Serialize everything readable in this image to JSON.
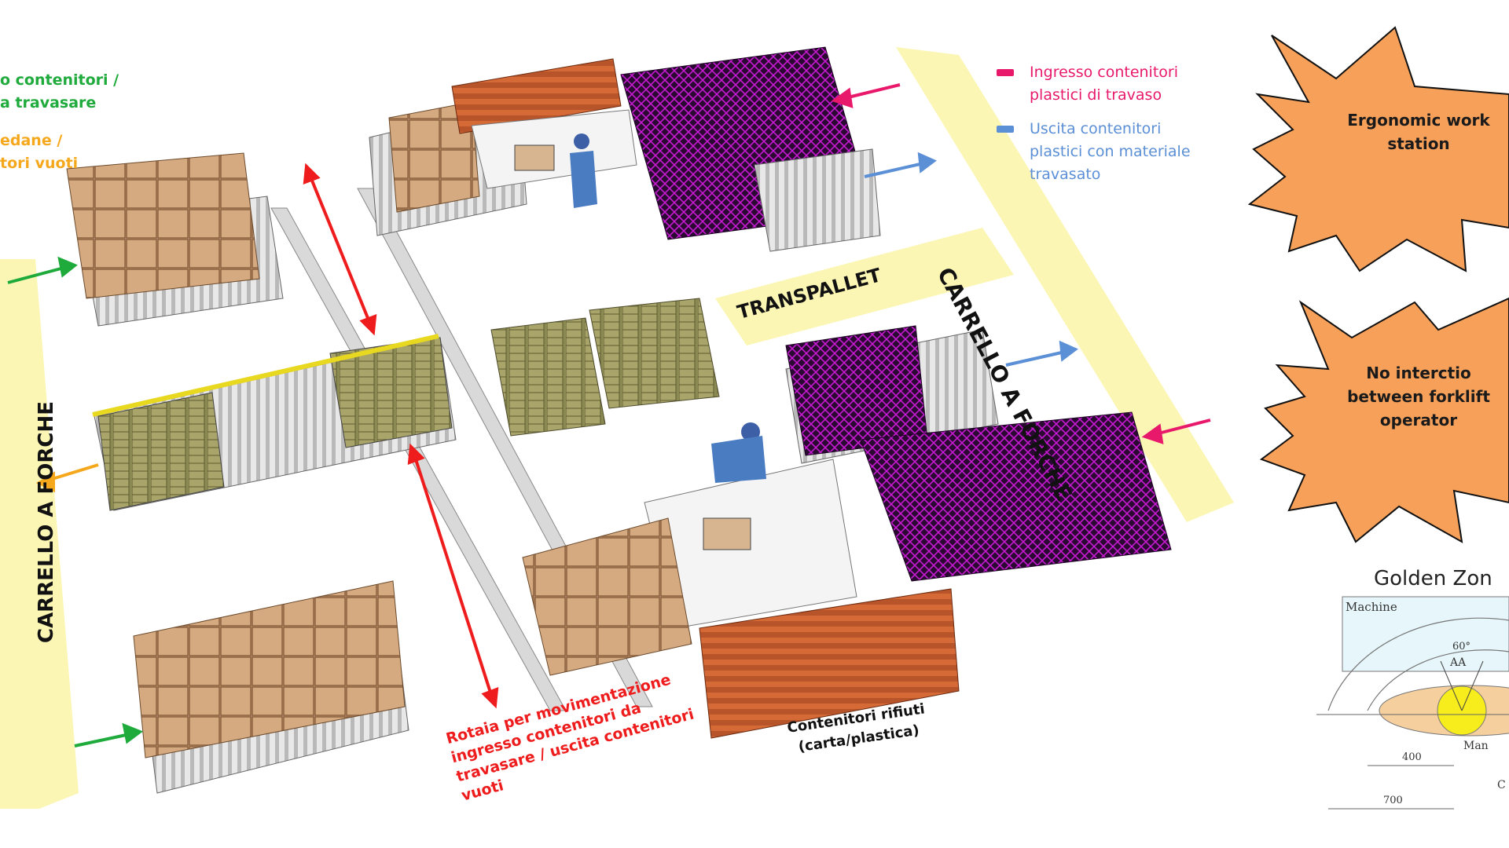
{
  "colors": {
    "green": "#1faa3c",
    "orange": "#f5a81c",
    "pink": "#e8196b",
    "blue": "#5b8fd6",
    "red": "#ee1c1c",
    "lane": "#fbf6b4",
    "burst": "#f7a05a"
  },
  "labels": {
    "green_note_line1": "o contenitori /",
    "green_note_line2": "a travasare",
    "orange_note_line1": "edane /",
    "orange_note_line2": "tori vuoti",
    "forklift_left": "CARRELLO A FORCHE",
    "forklift_right": "CARRELLO A FORCHE",
    "transpallet": "TRANSPALLET",
    "rail_note_line1": "Rotaia per movimentazione",
    "rail_note_line2": "ingresso contenitori da",
    "rail_note_line3": "travasare / uscita contenitori",
    "rail_note_line4": "vuoti",
    "waste_line1": "Contenitori rifiuti",
    "waste_line2": "(carta/plastica)"
  },
  "legend": [
    {
      "color": "#e8196b",
      "line1": "Ingresso contenitori",
      "line2": "plastici di travaso",
      "line3": ""
    },
    {
      "color": "#5b8fd6",
      "line1": "Uscita contenitori",
      "line2": "plastici con materiale",
      "line3": "travasato"
    }
  ],
  "callouts": [
    {
      "line1": "Ergonomic work",
      "line2": "station",
      "line3": ""
    },
    {
      "line1": "No interctio",
      "line2": "between forklift",
      "line3": "operator"
    }
  ],
  "golden_zone": {
    "title": "Golden Zon",
    "machine": "Machine",
    "angle": "60°",
    "aa": "AA",
    "man": "Man",
    "dim1": "400",
    "dim2": "700",
    "edge": "C"
  }
}
